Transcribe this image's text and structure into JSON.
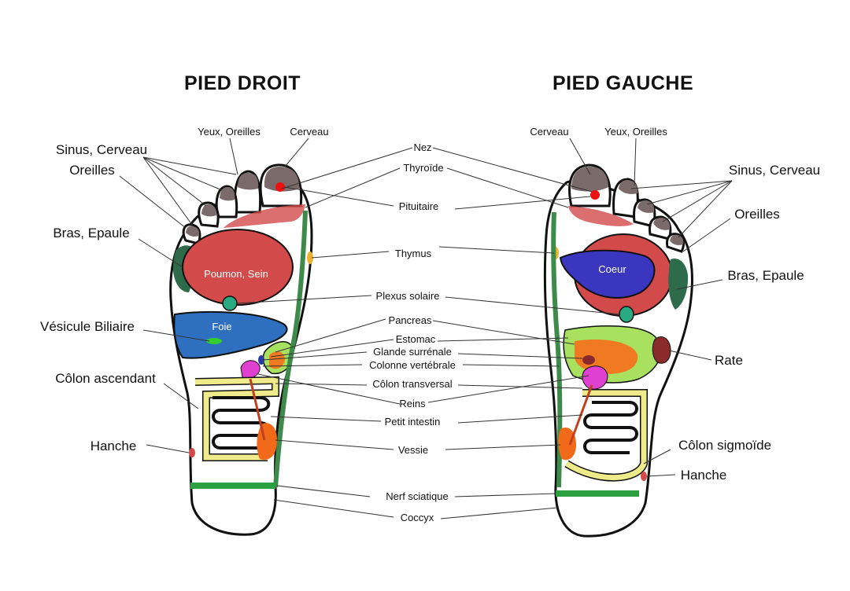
{
  "titles": {
    "left": "PIED DROIT",
    "right": "PIED GAUCHE"
  },
  "center_labels": {
    "nez": "Nez",
    "thyroide": "Thyroïde",
    "pituitaire": "Pituitaire",
    "thymus": "Thymus",
    "plexus": "Plexus solaire",
    "pancreas": "Pancreas",
    "estomac": "Estomac",
    "glande": "Glande surrénale",
    "colonne": "Colonne vertébrale",
    "colon_transversal": "Côlon transversal",
    "reins": "Reins",
    "petit_intestin": "Petit intestin",
    "vessie": "Vessie",
    "nerf": "Nerf sciatique",
    "coccyx": "Coccyx"
  },
  "left_labels": {
    "yeux": "Yeux, Oreilles",
    "cerveau": "Cerveau",
    "sinus": "Sinus, Cerveau",
    "oreilles": "Oreilles",
    "bras": "Bras, Epaule",
    "vesicule": "Vésicule Biliaire",
    "colon_ascendant": "Côlon ascendant",
    "hanche": "Hanche"
  },
  "right_labels": {
    "cerveau": "Cerveau",
    "yeux": "Yeux, Oreilles",
    "sinus": "Sinus, Cerveau",
    "oreilles": "Oreilles",
    "bras": "Bras, Epaule",
    "rate": "Rate",
    "colon_sigmoide": "Côlon sigmoïde",
    "hanche": "Hanche"
  },
  "inner_labels": {
    "poumon": "Poumon, Sein",
    "foie": "Foie",
    "coeur": "Coeur"
  },
  "colors": {
    "lung": "#d24a4a",
    "liver": "#2f6fc0",
    "heart": "#3a36c0",
    "toe": "#7a6a6a",
    "arm": "#2e6b4a",
    "spine": "#3d8a4a",
    "stomach": "#a8e060",
    "pancreas": "#f07a22",
    "kidney": "#e040d0",
    "colon": "#f0eb8a",
    "bladder": "#f06a1a",
    "sciatic": "#2aa040",
    "spleen": "#8a2a2a",
    "point": "#ee1111",
    "solar": "#2aaa80"
  }
}
